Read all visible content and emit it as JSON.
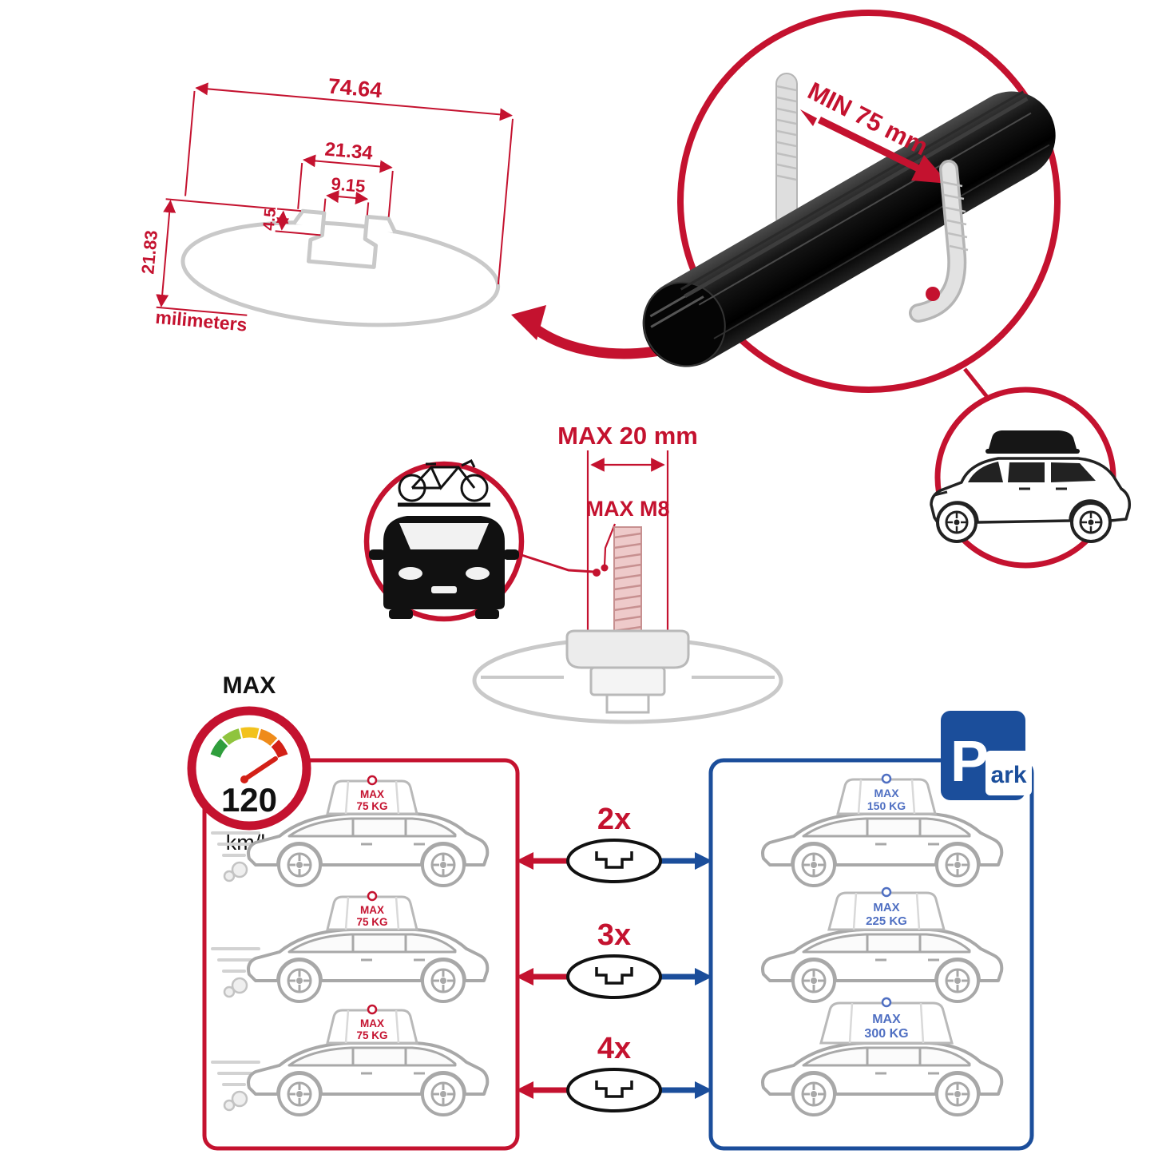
{
  "colors": {
    "accent_red": "#C4122F",
    "accent_blue": "#1B4E9B",
    "bar_black": "#0a0a0a",
    "line_gray": "#c9c9c9"
  },
  "tech_drawing": {
    "total_width": "74.64",
    "channel_width": "21.34",
    "slot_width": "9.15",
    "slot_depth": "4.5",
    "total_height": "21.83",
    "units_label": "milimeters"
  },
  "bar_render": {
    "min_clamp_span_label": "MIN 75 mm"
  },
  "bolt_diagram": {
    "max_length_label": "MAX 20 mm",
    "max_thread_label": "MAX M8"
  },
  "speed_limit": {
    "label": "MAX",
    "value": "120",
    "units": "km/h"
  },
  "load_comparison": {
    "multipliers": [
      "2x",
      "3x",
      "4x"
    ],
    "left": [
      {
        "label": "MAX",
        "weight": "75 KG"
      },
      {
        "label": "MAX",
        "weight": "75 KG"
      },
      {
        "label": "MAX",
        "weight": "75 KG"
      }
    ],
    "right": [
      {
        "label": "MAX",
        "weight": "150 KG"
      },
      {
        "label": "MAX",
        "weight": "225 KG"
      },
      {
        "label": "MAX",
        "weight": "300 KG"
      }
    ]
  },
  "parking_sign": {
    "letter": "P",
    "suffix": "ark"
  }
}
